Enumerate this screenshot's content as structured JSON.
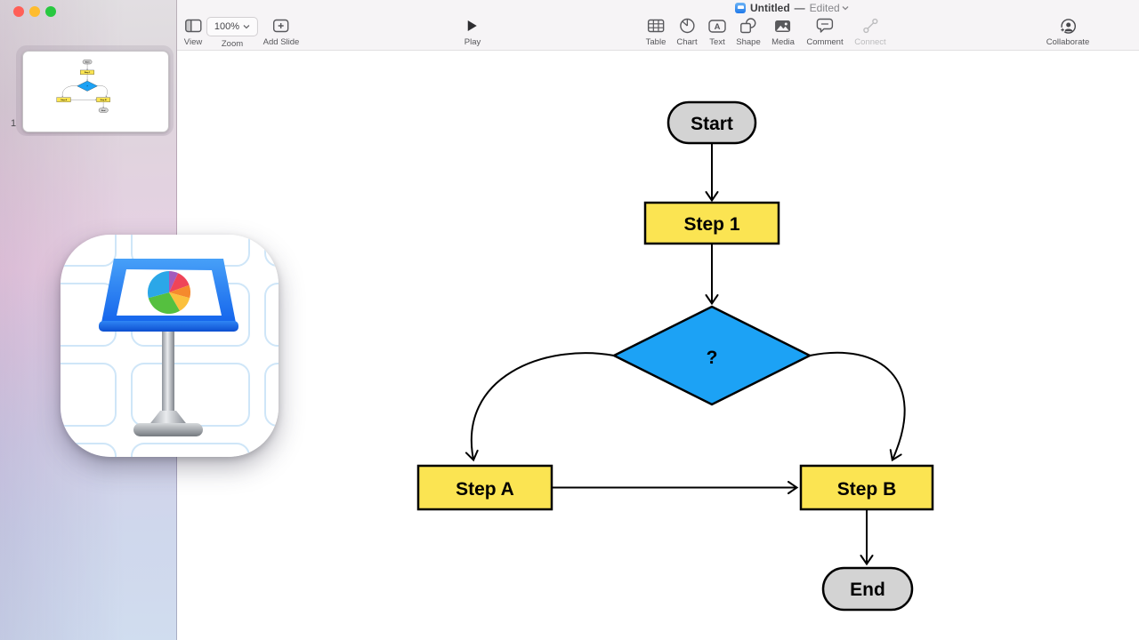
{
  "titlebar": {
    "document_title": "Untitled",
    "dash": "—",
    "edited_status": "Edited"
  },
  "window_controls": {
    "close_color": "#FF5F57",
    "minimize_color": "#FEBC2E",
    "fullscreen_color": "#28C840"
  },
  "toolbar": {
    "view_label": "View",
    "zoom_label": "Zoom",
    "zoom_value": "100%",
    "add_slide_label": "Add Slide",
    "play_label": "Play",
    "table_label": "Table",
    "chart_label": "Chart",
    "text_label": "Text",
    "text_icon_glyph": "A",
    "shape_label": "Shape",
    "media_label": "Media",
    "comment_label": "Comment",
    "connect_label": "Connect",
    "connect_disabled": true,
    "collaborate_label": "Collaborate"
  },
  "sidebar": {
    "slide_number": "1",
    "selected_slide": 1
  },
  "flowchart": {
    "nodes": {
      "start": "Start",
      "step1": "Step 1",
      "decision": "?",
      "step_a": "Step A",
      "step_b": "Step B",
      "end": "End"
    },
    "edges": [
      "start->step1",
      "step1->decision",
      "decision->step_a",
      "decision->step_b",
      "step_a->step_b",
      "step_b->end"
    ],
    "colors": {
      "process_fill": "#FBE452",
      "decision_fill": "#1CA2F5",
      "terminator_fill": "#D3D3D3",
      "connector_stroke": "#000000",
      "decision_text": "#0C2B3C"
    }
  },
  "icons": [
    "close-icon",
    "minimize-icon",
    "fullscreen-icon",
    "keynote-doc-icon",
    "view-icon",
    "zoom-chevron-icon",
    "add-slide-icon",
    "play-icon",
    "table-icon",
    "chart-icon",
    "text-icon",
    "shape-icon",
    "media-icon",
    "comment-icon",
    "connect-icon",
    "collaborate-icon",
    "keynote-app-icon"
  ]
}
